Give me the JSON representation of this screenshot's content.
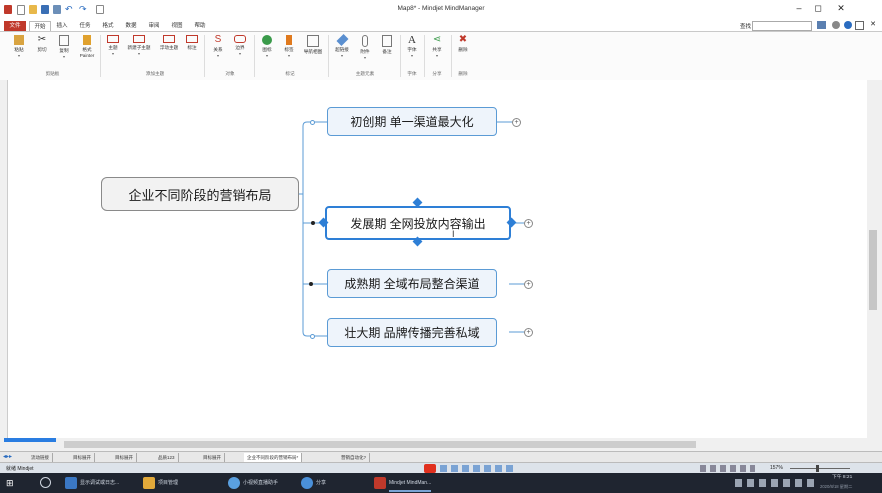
{
  "window": {
    "title": "Map8* - Mindjet MindManager"
  },
  "quick_access": [
    "app-icon",
    "new-icon",
    "open-icon",
    "save-icon",
    "print-icon",
    "undo-icon",
    "redo-icon",
    "customize-icon"
  ],
  "ribbon_tabs": [
    "文件",
    "开始",
    "插入",
    "任务",
    "格式",
    "数据",
    "审阅",
    "视图",
    "帮助"
  ],
  "search": {
    "label": "查找",
    "placeholder": ""
  },
  "ribbon": {
    "buttons": [
      "粘贴",
      "剪切",
      "复制",
      "格式\nPainter",
      "主题",
      "新建子主题",
      "浮动主题",
      "标注",
      "关系",
      "边界",
      "图标",
      "标签",
      "导航相图",
      "超链接",
      "附件",
      "备注",
      "字体",
      "共享",
      "删除"
    ],
    "groups": [
      "剪贴板",
      "添加主题",
      "对象",
      "标记",
      "主题元素",
      "字体",
      "分享",
      "删除"
    ]
  },
  "map": {
    "central": "企业不同阶段的营销布局",
    "subtopics": [
      "初创期 单一渠道最大化",
      "发展期 全网投放内容输出",
      "成熟期 全域布局整合渠道",
      "壮大期 品牌传播完善私域"
    ]
  },
  "sheet_tabs": [
    "流动链接",
    "目标展开",
    "目标展开",
    "品质123",
    "目标展开",
    "企业不同阶段的营销布局*",
    "营销自动化?"
  ],
  "status": {
    "left": "就绪 Mindjet",
    "zoom": "157%"
  },
  "taskbar": {
    "items": [
      "显示调试或日志...",
      "项目管理",
      "小视频直播助手",
      "分享",
      "Mindjet MindMan..."
    ],
    "time": "下午 8:21",
    "date": "2020/8/18 星期二"
  },
  "colors": {
    "accent": "#2e7fd6",
    "topic_border": "#5b9bd5",
    "file_tab": "#c0392b"
  }
}
